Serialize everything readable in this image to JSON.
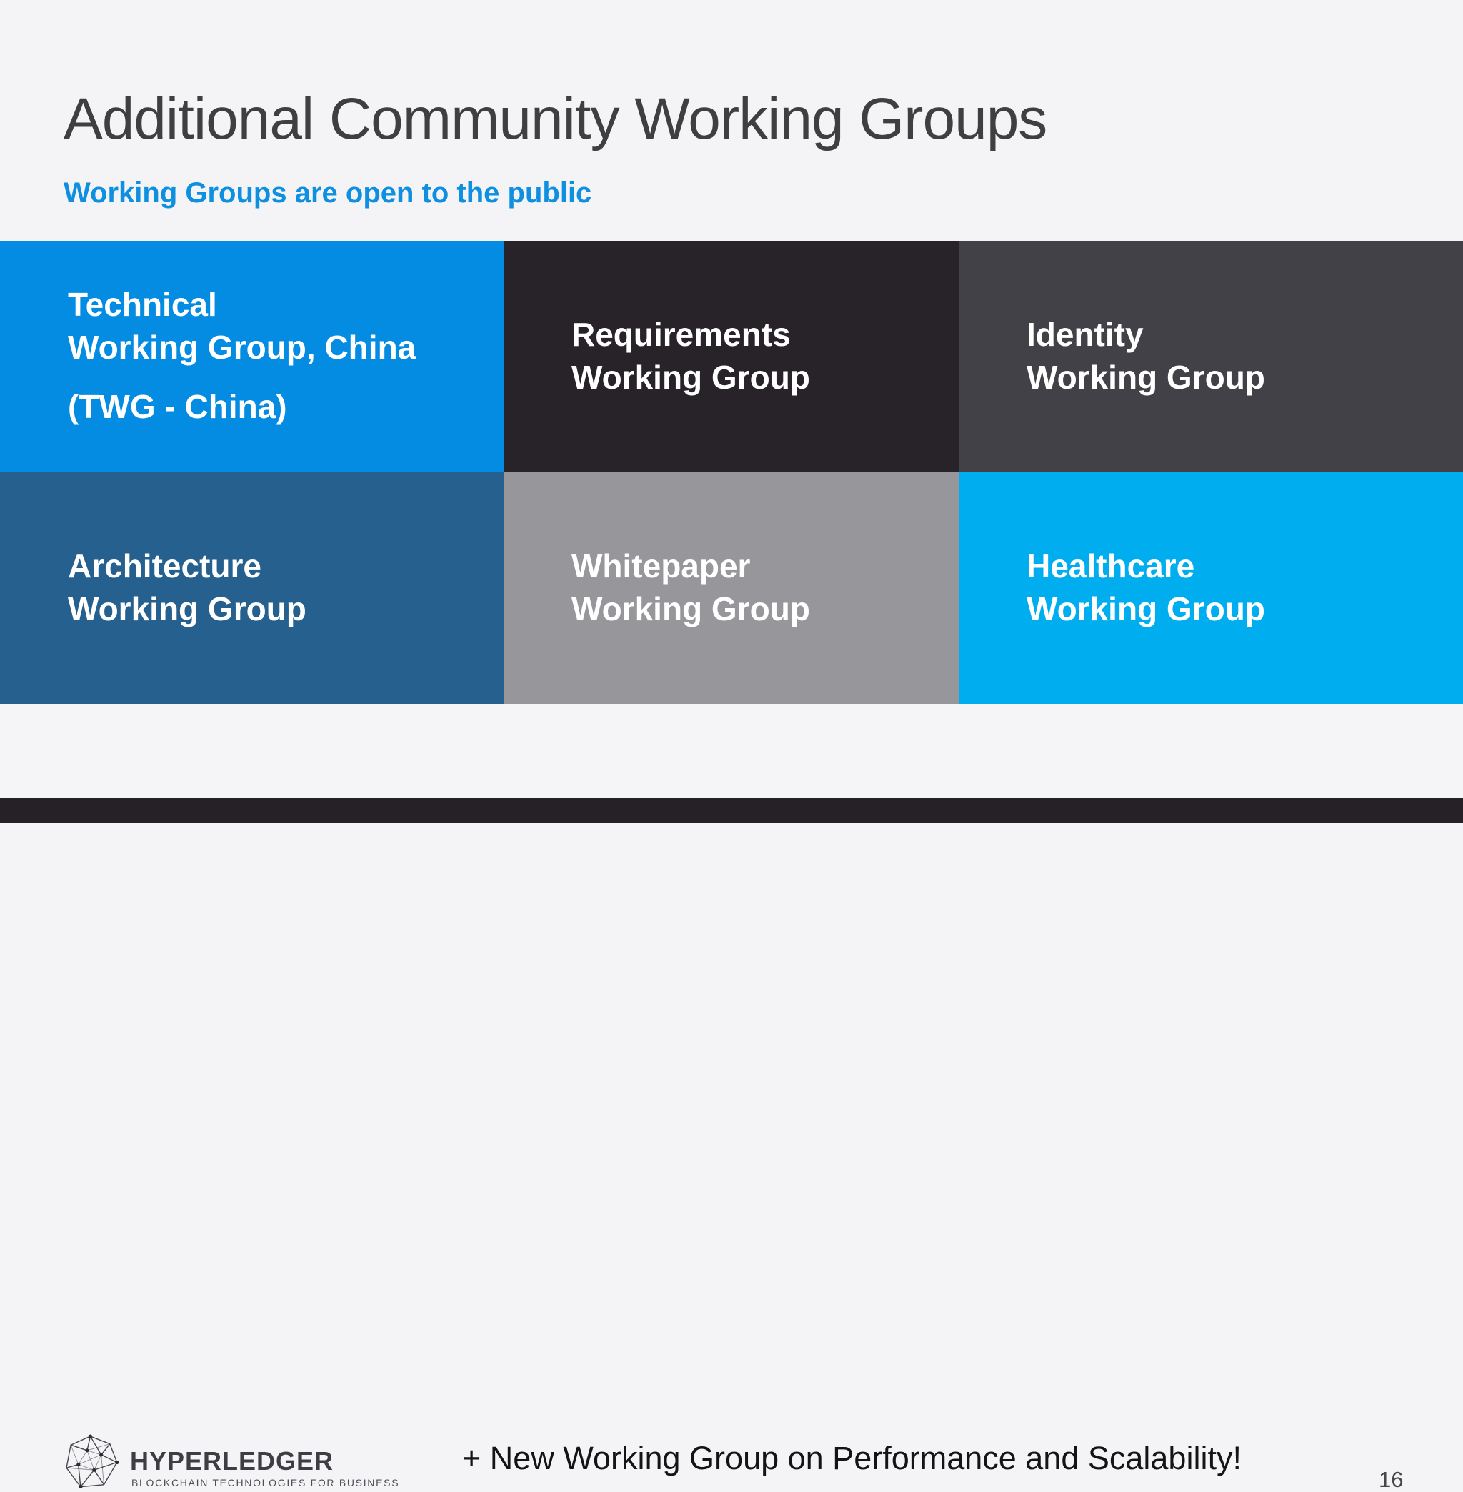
{
  "slide": {
    "title": "Additional Community Working Groups",
    "subtitle": "Working Groups are open to the public",
    "footer_note": "+ New Working Group on Performance and Scalability!",
    "page_number": "16"
  },
  "logo": {
    "icon": "geodesic-sphere-icon",
    "name": "HYPERLEDGER",
    "tagline": "BLOCKCHAIN TECHNOLOGIES FOR BUSINESS"
  },
  "tiles": [
    {
      "id": "technical-working-group-china",
      "line1": "Technical",
      "line2": "Working Group, China",
      "line3": "(TWG - China)",
      "bg": "#048be2",
      "fg": "#ffffff"
    },
    {
      "id": "requirements-working-group",
      "line1": "Requirements",
      "line2": "Working Group",
      "bg": "#272329",
      "fg": "#ffffff"
    },
    {
      "id": "identity-working-group",
      "line1": "Identity",
      "line2": "Working Group",
      "bg": "#424147",
      "fg": "#ffffff"
    },
    {
      "id": "architecture-working-group",
      "line1": "Architecture",
      "line2": "Working Group",
      "bg": "#25608e",
      "fg": "#ffffff"
    },
    {
      "id": "whitepaper-working-group",
      "line1": "Whitepaper",
      "line2": "Working Group",
      "bg": "#97969a",
      "fg": "#ffffff"
    },
    {
      "id": "healthcare-working-group",
      "line1": "Healthcare",
      "line2": "Working Group",
      "bg": "#00aeef",
      "fg": "#ffffff"
    }
  ],
  "colors": {
    "background": "#f4f4f6",
    "title": "#3f3f41",
    "subtitle": "#0e8fe0",
    "footer_note": "#141414",
    "page_number": "#47474b",
    "bottom_bar": "#252127",
    "logo_text": "#3e3d44",
    "logo_tagline": "#4f4e56"
  }
}
